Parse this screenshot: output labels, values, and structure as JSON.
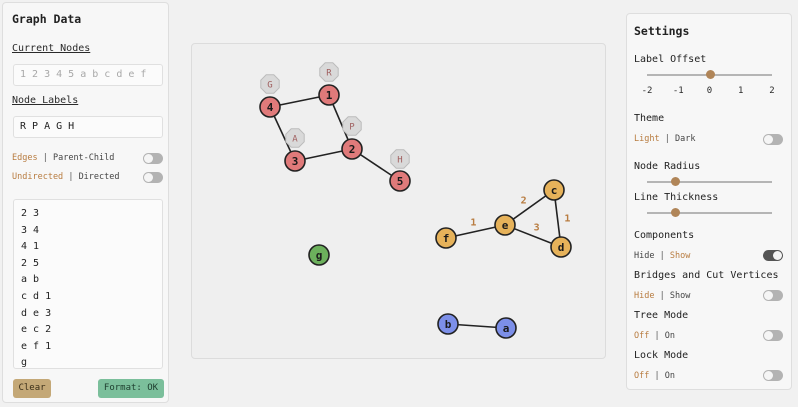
{
  "graph_data": {
    "title": "Graph Data",
    "current_nodes_label": "Current Nodes",
    "current_nodes_value": "1 2 3 4 5 a b c d e f",
    "node_labels_label": "Node Labels",
    "node_labels_value": "R P A G H",
    "edges_toggle": {
      "on": "Edges",
      "off": "Parent-Child",
      "state": false
    },
    "direction_toggle": {
      "on": "Undirected",
      "off": "Directed",
      "state": false
    },
    "edge_lines": [
      "2 3",
      "3 4",
      "4 1",
      "2 5",
      "a b",
      "c d 1",
      "d e 3",
      "e c 2",
      "e f 1",
      "g"
    ],
    "clear_label": "Clear",
    "format_label": "Format: OK"
  },
  "settings": {
    "title": "Settings",
    "label_offset": {
      "label": "Label Offset",
      "ticks": [
        "-2",
        "-1",
        "0",
        "1",
        "2"
      ],
      "value": 0
    },
    "theme": {
      "label": "Theme",
      "left": "Light",
      "right": "Dark",
      "active": "left",
      "state": false
    },
    "node_radius": {
      "label": "Node Radius",
      "value": 0.22
    },
    "line_thickness": {
      "label": "Line Thickness",
      "value": 0.22
    },
    "components": {
      "label": "Components",
      "left": "Hide",
      "right": "Show",
      "active": "right",
      "state": true
    },
    "bridges": {
      "label": "Bridges and Cut Vertices",
      "left": "Hide",
      "right": "Show",
      "active": "left",
      "state": false
    },
    "tree_mode": {
      "label": "Tree Mode",
      "left": "Off",
      "right": "On",
      "active": "left",
      "state": false
    },
    "lock_mode": {
      "label": "Lock Mode",
      "left": "Off",
      "right": "On",
      "active": "left",
      "state": false
    }
  },
  "graph": {
    "colors": {
      "red": "#e07a7a",
      "orange": "#e6b25a",
      "blue": "#7c8fe8",
      "green": "#6cb05c",
      "label_bg": "#d9d9d9",
      "weight": "#b87c40"
    },
    "nodes": [
      {
        "id": "1",
        "color": "red",
        "label": "R"
      },
      {
        "id": "2",
        "color": "red",
        "label": "P"
      },
      {
        "id": "3",
        "color": "red",
        "label": "A"
      },
      {
        "id": "4",
        "color": "red",
        "label": "G"
      },
      {
        "id": "5",
        "color": "red",
        "label": "H"
      },
      {
        "id": "a",
        "color": "blue"
      },
      {
        "id": "b",
        "color": "blue"
      },
      {
        "id": "c",
        "color": "orange"
      },
      {
        "id": "d",
        "color": "orange"
      },
      {
        "id": "e",
        "color": "orange"
      },
      {
        "id": "f",
        "color": "orange"
      },
      {
        "id": "g",
        "color": "green"
      }
    ],
    "edges": [
      {
        "from": "2",
        "to": "3"
      },
      {
        "from": "3",
        "to": "4"
      },
      {
        "from": "4",
        "to": "1"
      },
      {
        "from": "2",
        "to": "5"
      },
      {
        "from": "1",
        "to": "2"
      },
      {
        "from": "a",
        "to": "b"
      },
      {
        "from": "c",
        "to": "d",
        "weight": "1"
      },
      {
        "from": "d",
        "to": "e",
        "weight": "3"
      },
      {
        "from": "e",
        "to": "c",
        "weight": "2"
      },
      {
        "from": "e",
        "to": "f",
        "weight": "1"
      }
    ]
  }
}
